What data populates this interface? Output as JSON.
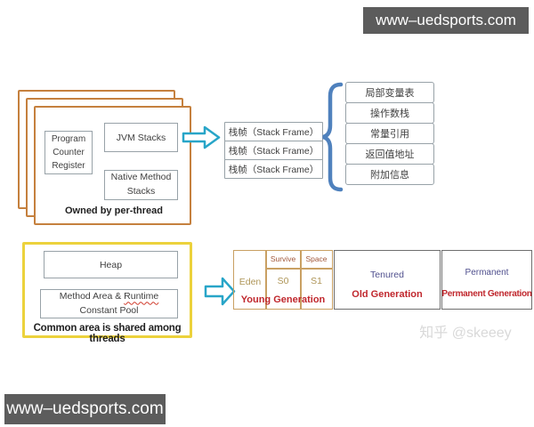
{
  "watermarks": {
    "top": "www–uedsports.com",
    "bottom": "www–uedsports.com",
    "zhihu": "知乎 @skeeey"
  },
  "thread_area": {
    "program_counter": "Program Counter Register",
    "jvm_stacks": "JVM Stacks",
    "native_method_stacks": "Native Method Stacks",
    "caption": "Owned by per-thread"
  },
  "stack_frames": [
    "栈帧（Stack Frame）",
    "栈帧（Stack Frame）",
    "栈帧（Stack Frame）"
  ],
  "frame_details": [
    "局部变量表",
    "操作数栈",
    "常量引用",
    "返回值地址",
    "附加信息"
  ],
  "shared_area": {
    "heap": "Heap",
    "method_area_prefix": "Method Area & ",
    "method_area_runtime": "Runtime",
    "method_area_suffix": " Constant Pool",
    "caption": "Common area is shared among threads"
  },
  "memory": {
    "eden": "Eden",
    "survive": "Survive",
    "space": "Space",
    "s0": "S0",
    "s1": "S1",
    "young_label": "Young Generation",
    "tenured": "Tenured",
    "old_label": "Old Generation",
    "permanent": "Permanent",
    "permanent_label": "Permanent Generation"
  },
  "colors": {
    "thread_box_border": "#c5803e",
    "shared_box_border": "#ecd23c",
    "arrow": "#28a5c8",
    "brace": "#4f81bd",
    "generation_label_red": "#c0272d",
    "young_table_border": "#c9a063",
    "tenured_text": "#50508e",
    "tan_text": "#ae9557",
    "watermark_bg": "#5c5c5c"
  }
}
